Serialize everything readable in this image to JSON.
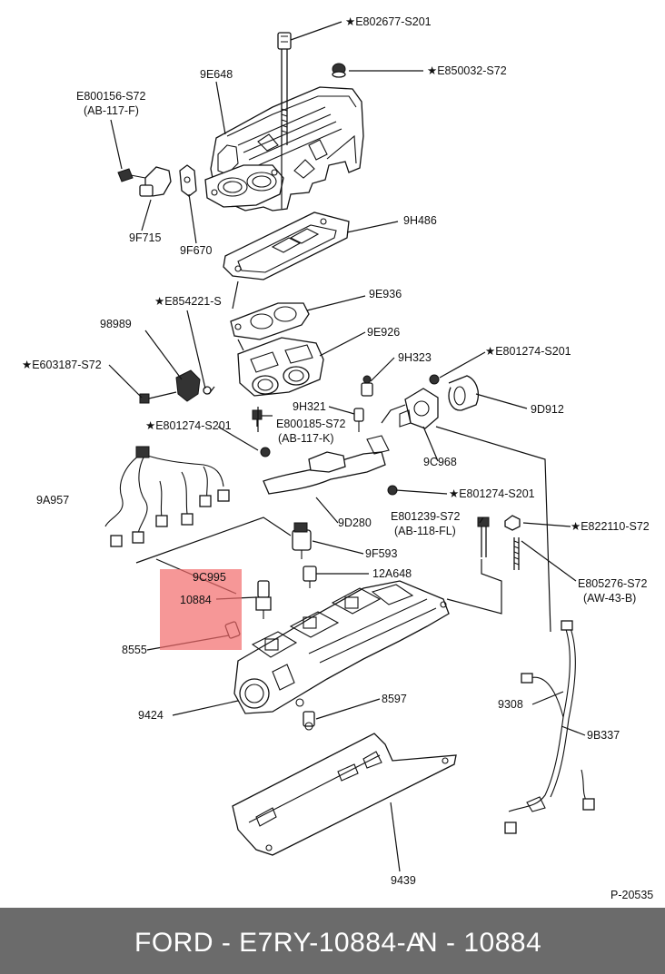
{
  "labels": {
    "e802677": "★E802677-S201",
    "e850032": "★E850032-S72",
    "e800156": "E800156-S72",
    "ab117f": "(AB-117-F)",
    "p9e648": "9E648",
    "p9f715": "9F715",
    "p9f670": "9F670",
    "p9h486": "9H486",
    "e854221": "★E854221-S",
    "p9e936": "9E936",
    "p98989": "98989",
    "p9e926": "9E926",
    "e603187": "★E603187-S72",
    "p9h323": "9H323",
    "e801274a": "★E801274-S201",
    "p9h321": "9H321",
    "e800185": "E800185-S72",
    "ab117k": "(AB-117-K)",
    "p9d912": "9D912",
    "e801274b": "★E801274-S201",
    "p9c968": "9C968",
    "p9a957": "9A957",
    "e801274c": "★E801274-S201",
    "p9d280": "9D280",
    "e801239": "E801239-S72",
    "ab118fl": "(AB-118-FL)",
    "e822110": "★E822110-S72",
    "p9f593": "9F593",
    "p9c995": "9C995",
    "p12a648": "12A648",
    "p10884": "10884",
    "e805276": "E805276-S72",
    "aw43b": "(AW-43-B)",
    "p8555": "8555",
    "p9424": "9424",
    "p8597": "8597",
    "p9308": "9308",
    "p9b337": "9B337",
    "p9439": "9439",
    "p20535": "P-20535"
  },
  "highlight": {
    "color": "#f26b6b",
    "opacity": 0.7
  },
  "footer": {
    "part": "FORD - E7RY-10884-A",
    "ref": "N - 10884",
    "background": "#6b6b6b"
  }
}
